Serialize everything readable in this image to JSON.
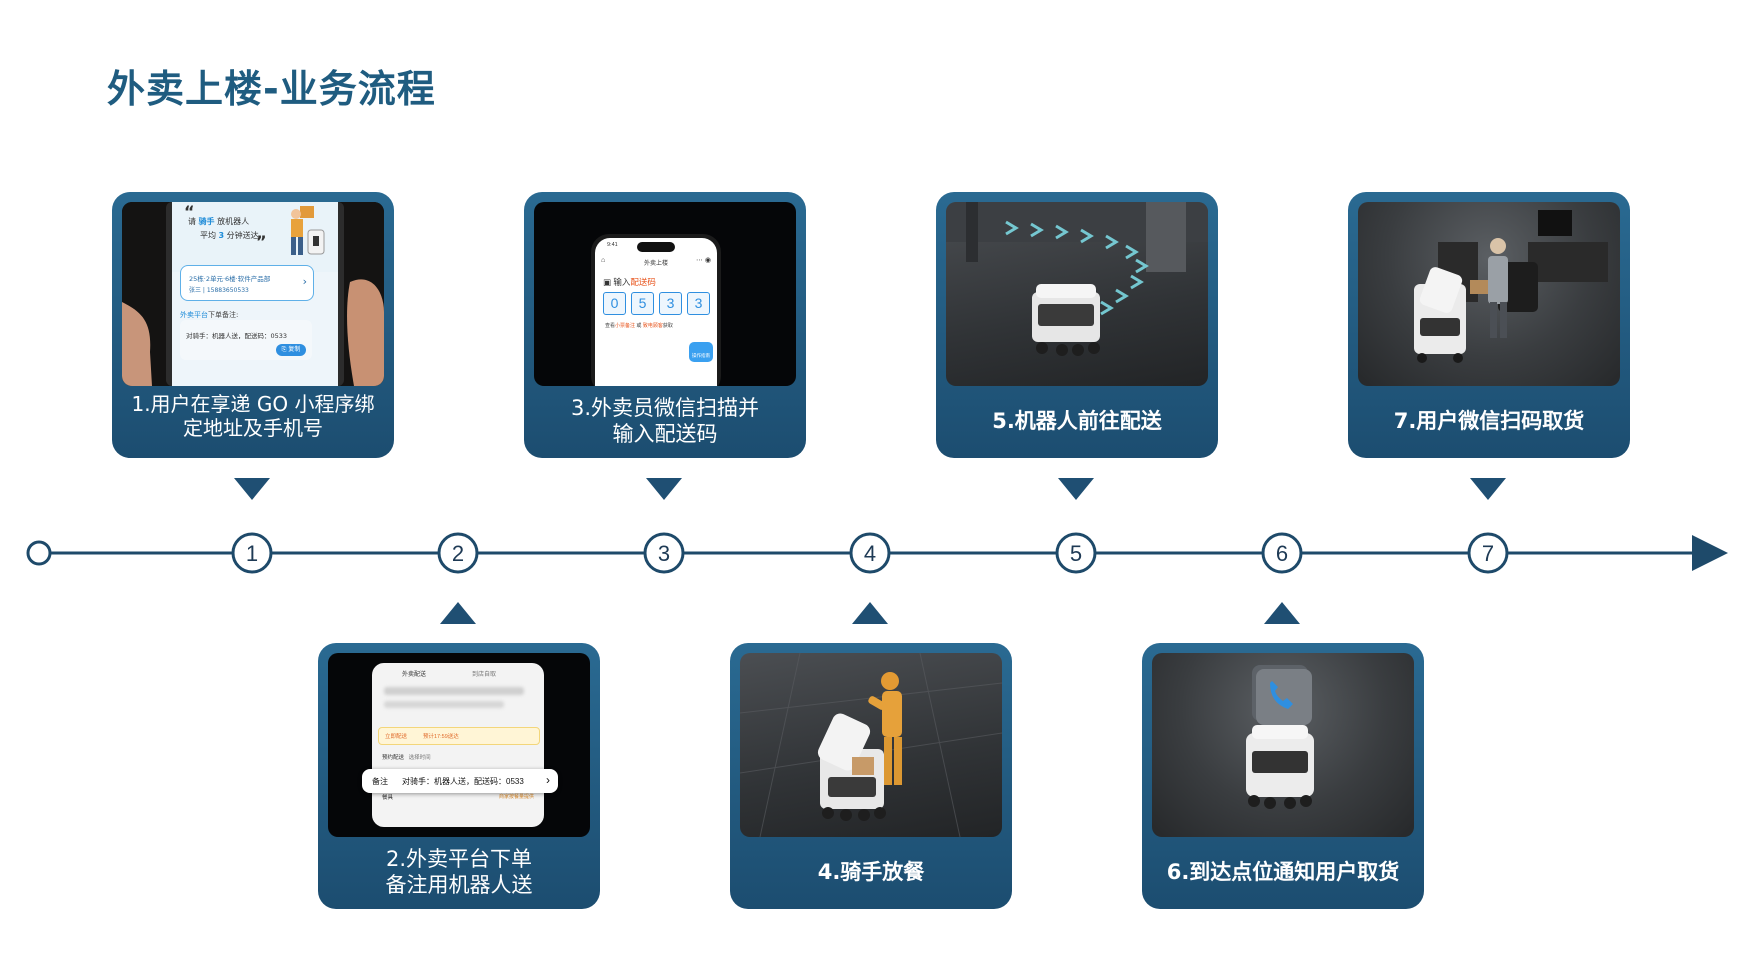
{
  "title": "外卖上楼-业务流程",
  "colors": {
    "primary": "#1f5c80",
    "line": "#1e4a6a",
    "card": "#245c82"
  },
  "steps": [
    {
      "num": "1",
      "caption": "1.用户在享递 GO 小程序绑定地址及手机号",
      "position": "top"
    },
    {
      "num": "2",
      "caption": "2.外卖平台下单备注用机器人送",
      "position": "bottom"
    },
    {
      "num": "3",
      "caption": "3.外卖员微信扫描并输入配送码",
      "position": "top"
    },
    {
      "num": "4",
      "caption": "4.骑手放餐",
      "position": "bottom"
    },
    {
      "num": "5",
      "caption": "5.机器人前往配送",
      "position": "top"
    },
    {
      "num": "6",
      "caption": "6.到达点位通知用户取货",
      "position": "bottom"
    },
    {
      "num": "7",
      "caption": "7.用户微信扫码取货",
      "position": "top"
    }
  ],
  "shot1": {
    "quote_open": "“",
    "line1_prefix": "请",
    "line1_highlight": "骑手",
    "line1_suffix": "放机器人",
    "line2_prefix": "平均",
    "line2_highlight": "3",
    "line2_suffix": "分钟送达",
    "quote_close": "”",
    "address": "25栋·2单元·6楼·软件产品部",
    "contact": "张三 | 15883650533",
    "note_label_highlight": "外卖平台",
    "note_label_suffix": "下单备注:",
    "note_text": "对骑手：机器人送，配送码：0533",
    "copy_button": "复制"
  },
  "shot2": {
    "tab_delivery": "外卖配送",
    "tab_pickup": "到店自取",
    "option_now": "立即配送",
    "option_now_time": "预计17:59送达",
    "option_schedule": "预约配送",
    "option_schedule_value": "选择时间",
    "note_label": "备注",
    "note_text": "对骑手：机器人送，配送码：0533",
    "tableware": "餐具",
    "tableware_value": "商家按餐量提供"
  },
  "shot3": {
    "time": "9:41",
    "app_title": "外卖上楼",
    "input_prefix": "输入",
    "input_highlight": "配送码",
    "digits": [
      "0",
      "5",
      "3",
      "3"
    ],
    "hint_prefix": "查看",
    "hint_highlight1": "小票备注",
    "hint_mid": "或",
    "hint_highlight2": "致电顾客",
    "hint_suffix": "获取",
    "help_badge": "操作指南"
  }
}
